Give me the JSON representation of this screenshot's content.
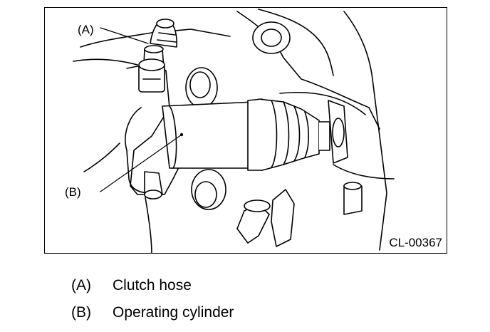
{
  "figure": {
    "id_label": "CL-00367",
    "callouts": [
      {
        "tag": "(A)"
      },
      {
        "tag": "(B)"
      }
    ]
  },
  "legend": [
    {
      "tag": "(A)",
      "text": "Clutch hose"
    },
    {
      "tag": "(B)",
      "text": "Operating cylinder"
    }
  ]
}
